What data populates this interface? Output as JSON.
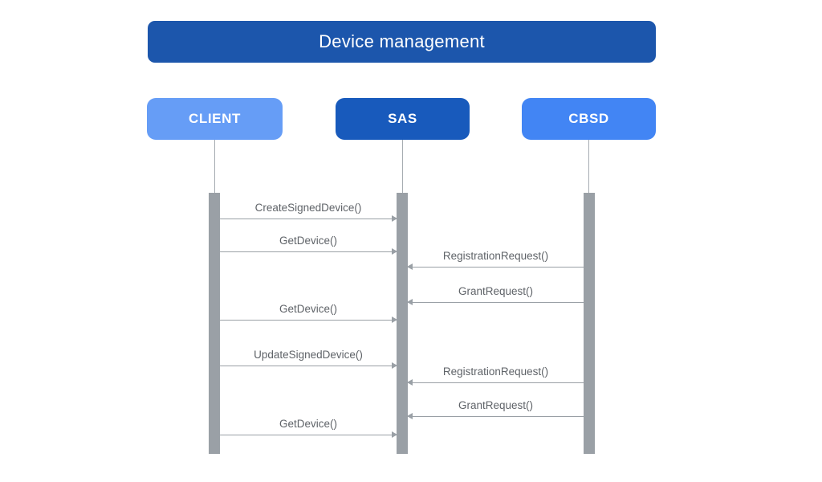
{
  "diagram": {
    "title": "Device management",
    "actors": [
      {
        "id": "client",
        "label": "CLIENT",
        "color": "#669DF6"
      },
      {
        "id": "sas",
        "label": "SAS",
        "color": "#185ABC"
      },
      {
        "id": "cbsd",
        "label": "CBSD",
        "color": "#4285F4"
      }
    ],
    "messages": [
      {
        "label": "CreateSignedDevice()",
        "from": "CLIENT",
        "to": "SAS"
      },
      {
        "label": "GetDevice()",
        "from": "CLIENT",
        "to": "SAS"
      },
      {
        "label": "RegistrationRequest()",
        "from": "CBSD",
        "to": "SAS"
      },
      {
        "label": "GrantRequest()",
        "from": "CBSD",
        "to": "SAS"
      },
      {
        "label": "GetDevice()",
        "from": "CLIENT",
        "to": "SAS"
      },
      {
        "label": "UpdateSignedDevice()",
        "from": "CLIENT",
        "to": "SAS"
      },
      {
        "label": "RegistrationRequest()",
        "from": "CBSD",
        "to": "SAS"
      },
      {
        "label": "GrantRequest()",
        "from": "CBSD",
        "to": "SAS"
      },
      {
        "label": "GetDevice()",
        "from": "CLIENT",
        "to": "SAS"
      }
    ],
    "colors": {
      "title_bg": "#1C56AC",
      "client_bg": "#669DF6",
      "sas_bg": "#185ABC",
      "cbsd_bg": "#4285F4",
      "lifeline": "#A6ACB2",
      "activation_bar": "#9AA0A6",
      "arrow": "#9AA0A6",
      "message_text": "#5F6368",
      "title_text": "#FFFFFF",
      "actor_text": "#FFFFFF",
      "background": "#FFFFFF"
    }
  }
}
